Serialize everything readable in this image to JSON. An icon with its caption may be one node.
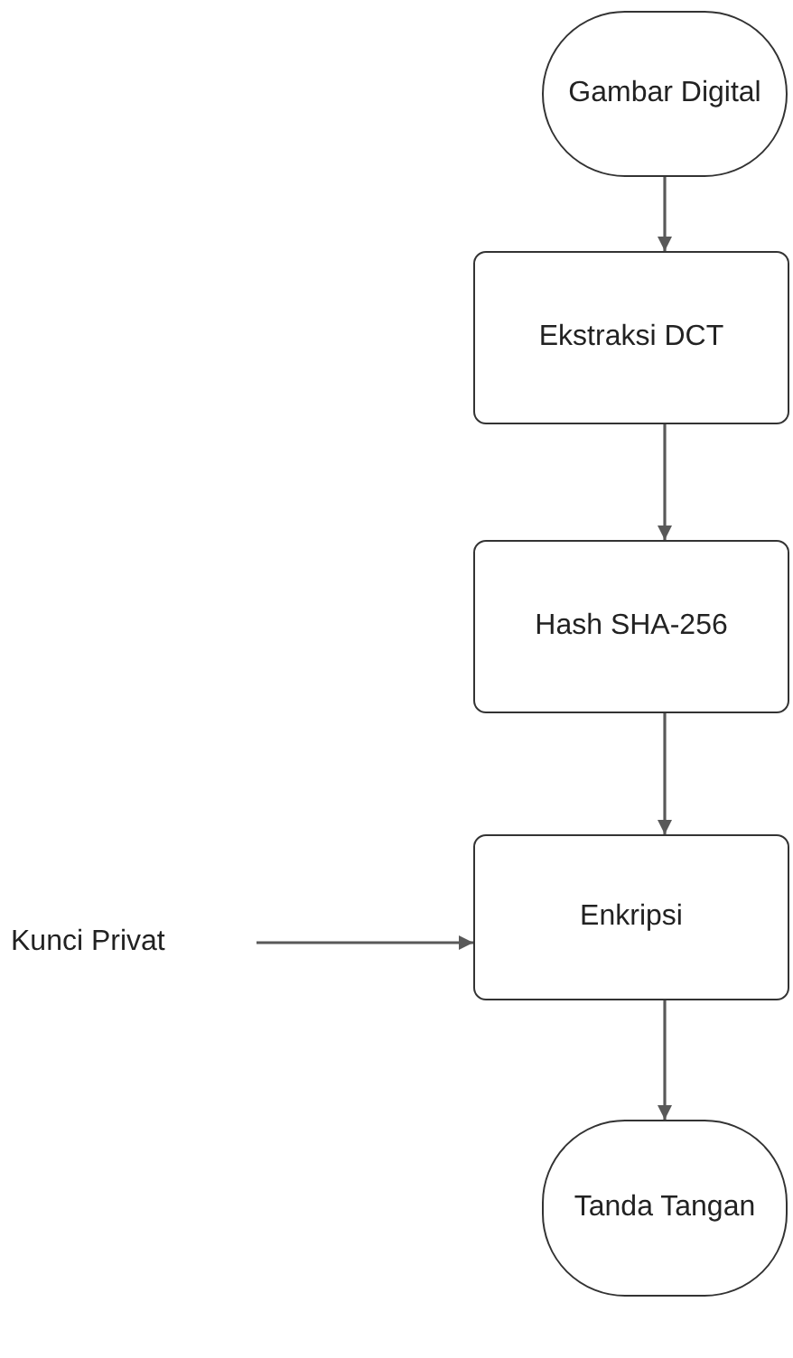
{
  "diagram": {
    "nodes": [
      {
        "text": [
          "Gambar Digital"
        ]
      },
      {
        "text": [
          "Ekstraksi DCT"
        ]
      },
      {
        "text": [
          "Hash SHA-256"
        ]
      },
      {
        "text": [
          "Enkripsi"
        ]
      },
      {
        "text": [
          "Tanda Tangan"
        ]
      },
      {
        "text": [
          "Kunci Privat"
        ]
      }
    ],
    "edges": [
      {
        "from": 0,
        "to": 1,
        "arrow": "to"
      },
      {
        "from": 1,
        "to": 2,
        "arrow": "to"
      },
      {
        "from": 2,
        "to": 3,
        "arrow": "to"
      },
      {
        "from": 3,
        "to": 4,
        "arrow": "to"
      },
      {
        "from": 5,
        "to": 3,
        "arrow": "to"
      }
    ]
  }
}
